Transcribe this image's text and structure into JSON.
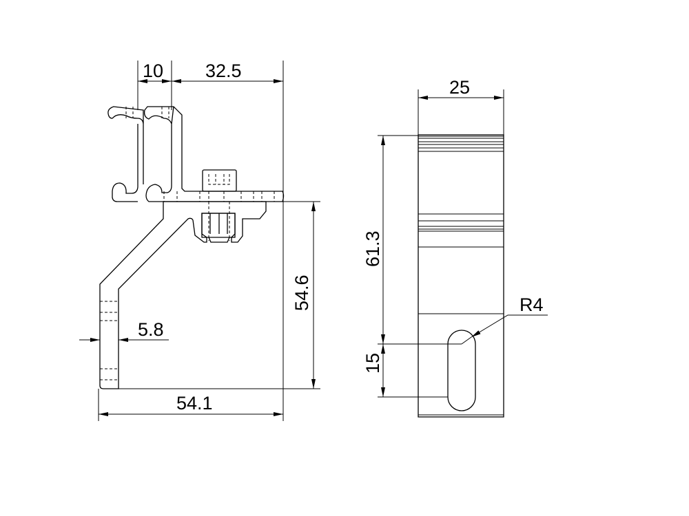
{
  "dimensions": {
    "side_view": {
      "offset_width": "10",
      "top_width": "32.5",
      "height": "54.6",
      "thickness": "5.8",
      "base_width": "54.1"
    },
    "front_view": {
      "width": "25",
      "height": "61.3",
      "slot_length": "15",
      "slot_radius": "R4"
    }
  }
}
